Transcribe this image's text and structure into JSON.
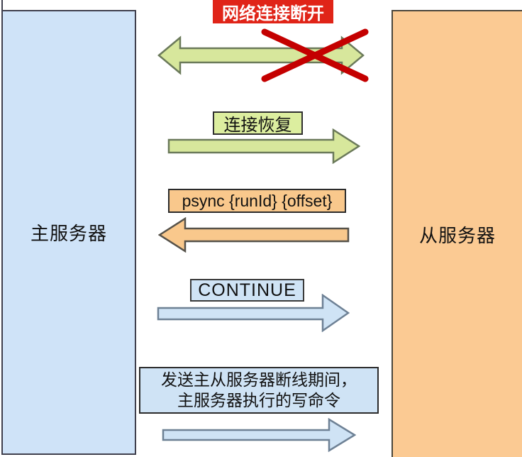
{
  "servers": {
    "master": {
      "label": "主服务器"
    },
    "slave": {
      "label": "从服务器"
    }
  },
  "steps": {
    "disconnect": {
      "label": "网络连接断开"
    },
    "reconnect": {
      "label": "连接恢复"
    },
    "psync": {
      "label": "psync {runId} {offset}"
    },
    "continue_cmd": {
      "label": "CONTINUE"
    },
    "send_commands": {
      "line1": "发送主从服务器断线期间，",
      "line2": "主服务器执行的写命令"
    }
  },
  "colors": {
    "master_fill": "#cfe3f8",
    "slave_fill": "#fbca93",
    "disconnect_bg": "#e02418",
    "green_fill": "#d7e79c",
    "green_stroke": "#6b7a5a",
    "green_label_fill": "#dcee9f",
    "orange_fill": "#f9c88c",
    "orange_stroke": "#56524a",
    "blue_fill": "#cfe3f5",
    "blue_stroke": "#6e8195",
    "x_color": "#c40000"
  }
}
